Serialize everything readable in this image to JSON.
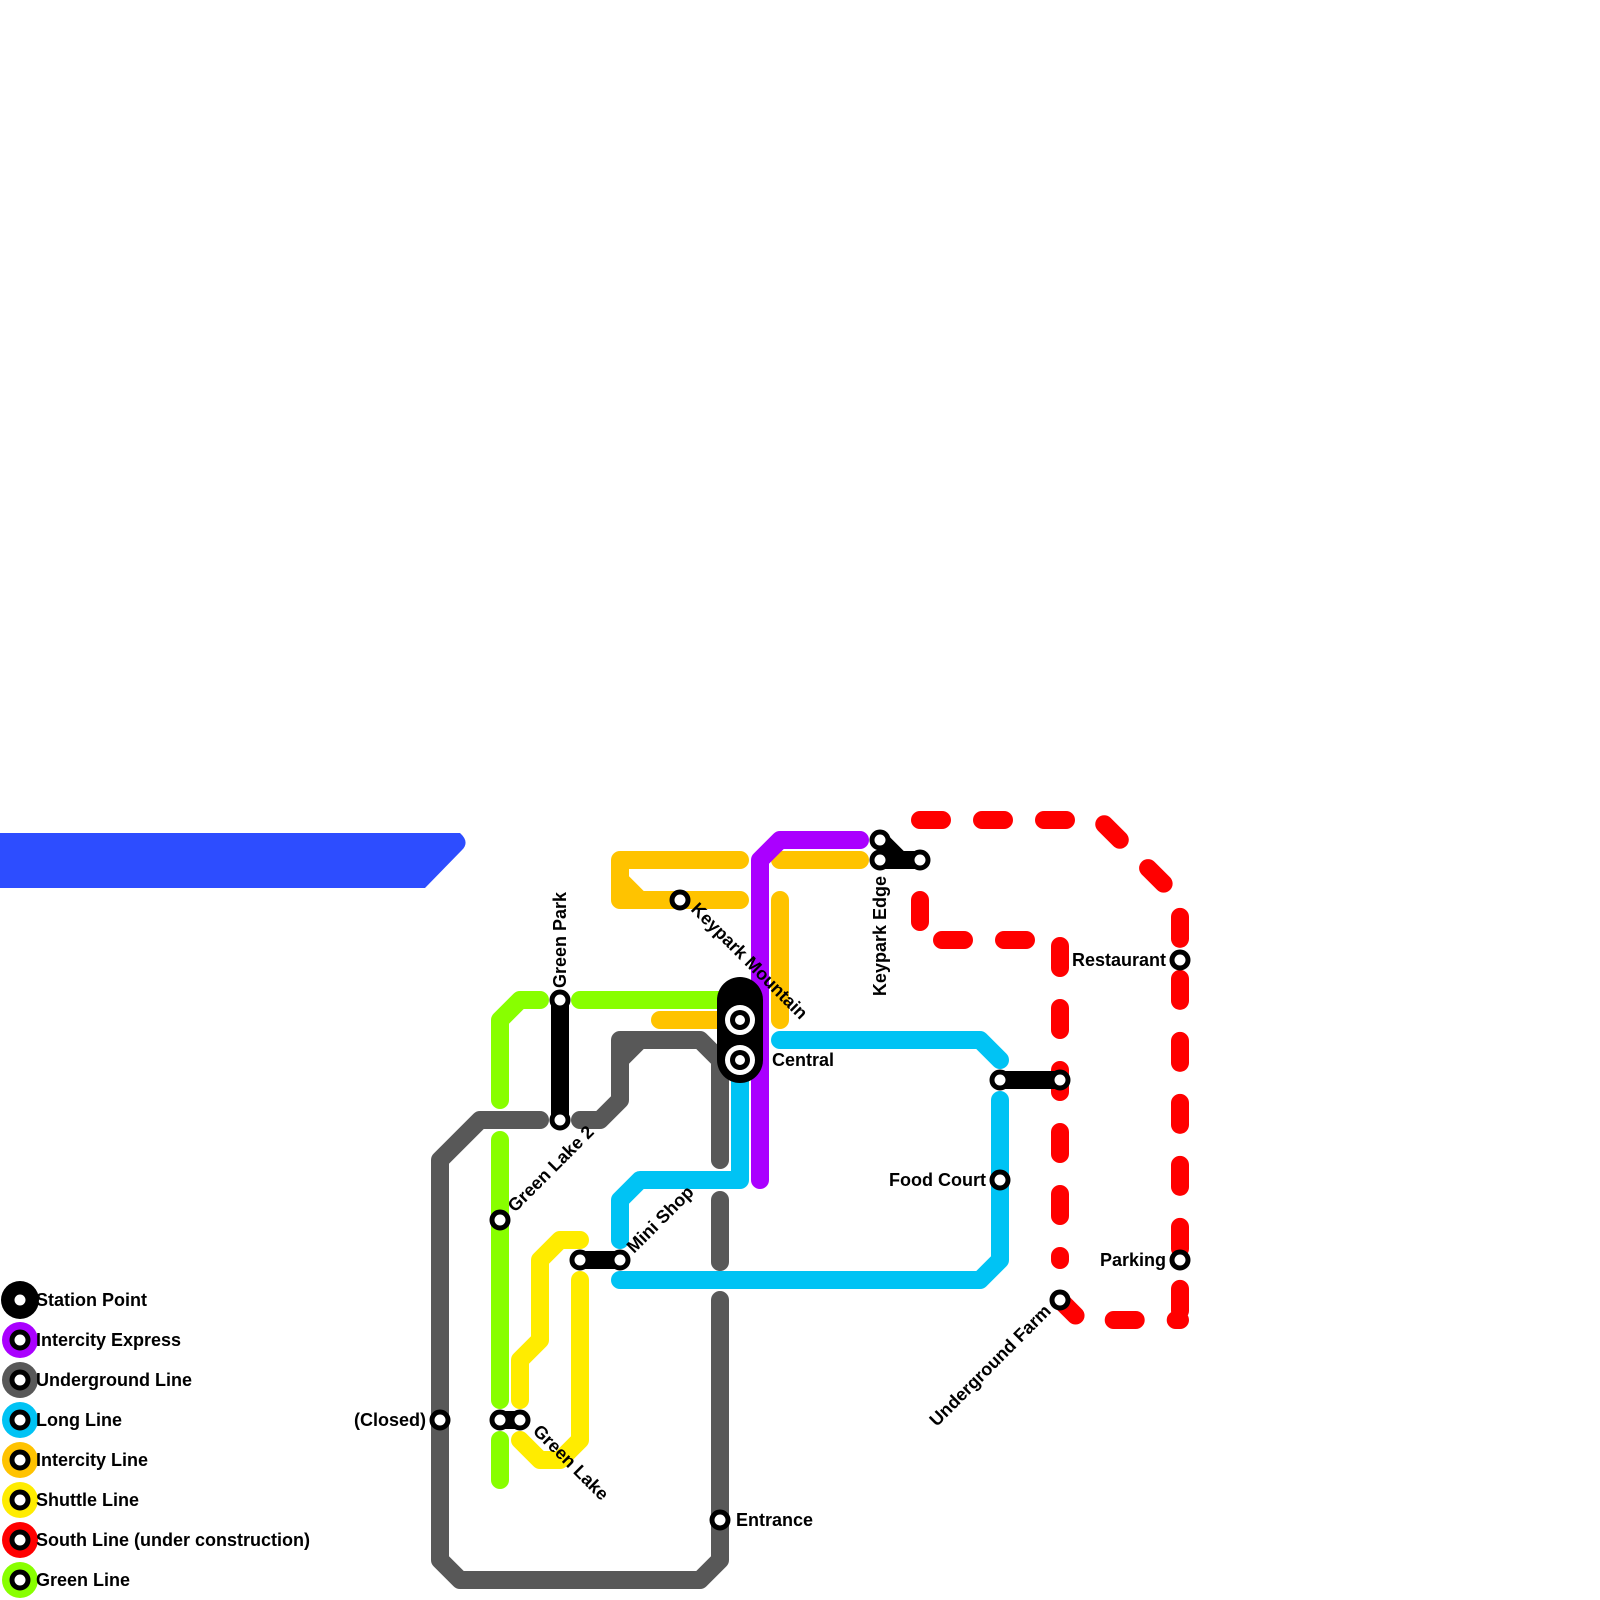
{
  "colors": {
    "water": "#2d4dff",
    "intercity_express": "#aa00ff",
    "underground": "#585858",
    "long": "#00c3f4",
    "intercity": "#ffc300",
    "shuttle": "#ffec00",
    "south": "#ff0000",
    "green": "#88ff00",
    "connector": "#000000"
  },
  "legend": [
    {
      "id": "station-point",
      "label": "Station Point",
      "color": "#000000"
    },
    {
      "id": "intercity-express",
      "label": "Intercity Express",
      "color": "#aa00ff"
    },
    {
      "id": "underground-line",
      "label": "Underground Line",
      "color": "#585858"
    },
    {
      "id": "long-line",
      "label": "Long Line",
      "color": "#00c3f4"
    },
    {
      "id": "intercity-line",
      "label": "Intercity Line",
      "color": "#ffc300"
    },
    {
      "id": "shuttle-line",
      "label": "Shuttle Line",
      "color": "#ffec00"
    },
    {
      "id": "south-line",
      "label": "South Line (under construction)",
      "color": "#ff0000"
    },
    {
      "id": "green-line",
      "label": "Green Line",
      "color": "#88ff00"
    }
  ],
  "stations": {
    "green_park": "Green Park",
    "keypark_mountain": "Keypark Mountain",
    "keypark_edge": "Keypark Edge",
    "central": "Central",
    "restaurant": "Restaurant",
    "green_lake_2": "Green Lake 2",
    "mini_shop": "Mini Shop",
    "food_court": "Food Court",
    "parking": "Parking",
    "underground_farm": "Underground Farm",
    "closed": "(Closed)",
    "green_lake": "Green Lake",
    "entrance": "Entrance"
  }
}
